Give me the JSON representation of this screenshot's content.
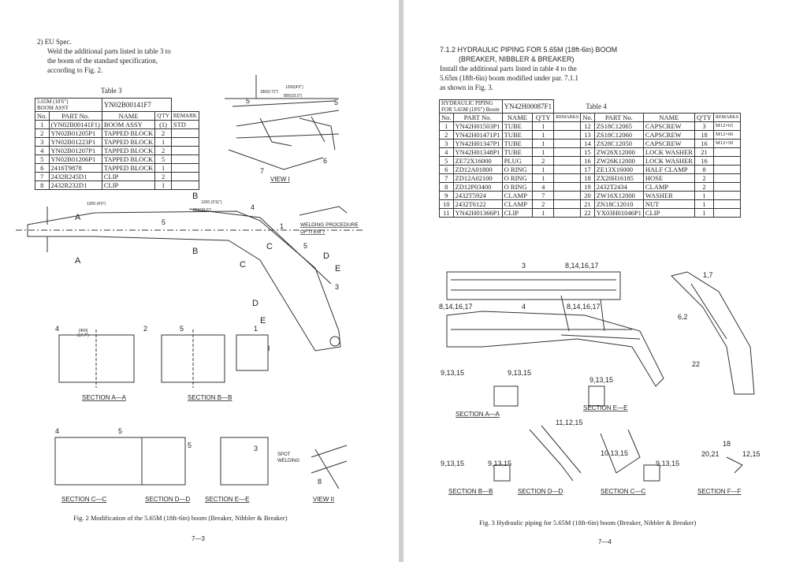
{
  "left": {
    "heading": "2)  EU Spec.",
    "intro": [
      "Weld the additional parts listed in table 3 to",
      "the  boom  of  the  standard  specification,",
      "according to Fig. 2."
    ],
    "table_title": "Table 3",
    "assy_label": [
      "5.65M (18'6\")",
      "BOOM ASSY"
    ],
    "assy_no": "YN02B00141F7",
    "headers": [
      "No.",
      "PART No.",
      "NAME",
      "Q'TY",
      "REMARK"
    ],
    "rows": [
      [
        "1",
        "(YN02B00141F1)",
        "BOOM ASSY",
        "(1)",
        "STD"
      ],
      [
        "2",
        "YN02B01205P1",
        "TAPPED BLOCK",
        "2",
        ""
      ],
      [
        "3",
        "YN02B01223P1",
        "TAPPED BLOCK",
        "1",
        ""
      ],
      [
        "4",
        "YN02B01207P1",
        "TAPPED BLOCK",
        "2",
        ""
      ],
      [
        "5",
        "YN02B01206P1",
        "TAPPED BLOCK",
        "5",
        ""
      ],
      [
        "6",
        "2416T9878",
        "TAPPED BLOCK",
        "1",
        ""
      ],
      [
        "7",
        "2432R245D1",
        "CLIP",
        "2",
        ""
      ],
      [
        "8",
        "2432R232D1",
        "CLIP",
        "1",
        ""
      ]
    ],
    "drawing_labels": {
      "view1": "VIEW   I",
      "view2": "VIEW   II",
      "welding_proc": [
        "WELDING  PROCEDURE",
        "OF  ITEM 7"
      ],
      "sec_aa": "SECTION  A—A",
      "sec_bb": "SECTION  B—B",
      "sec_cc": "SECTION  C—C",
      "sec_dd": "SECTION  D—D",
      "sec_ee": "SECTION  E—E",
      "spot": [
        "SPOT",
        "WELDING"
      ],
      "dim1": "1200 (4'0\")",
      "dim2": "1200 (3'11\")",
      "dim3": "850(33.5\")",
      "dim4": "180(0.72\")",
      "dim5": "1200(4'0\")",
      "dim6": "850(33.5\")",
      "dim7": "[450]",
      "dim8": "(17.7\")"
    },
    "caption": "Fig. 2   Modification of the 5.65M (18ft-6in) boom (Breaker, Nibbler & Breaker)",
    "page_no": "7—3"
  },
  "right": {
    "heading": "7.1.2  HYDRAULIC PIPING FOR 5.65M (18ft-6in) BOOM",
    "subheading": "(BREAKER, NIBBLER & BREAKER)",
    "intro": [
      "Install the additional parts listed in table 4 to the",
      "5.65m (18ft-6in) boom modified under par.  7.1.1",
      "as shown in Fig. 3."
    ],
    "assy_label": [
      "HYDRAULIC PIPING",
      "FOR 5.65M (18'6\") Boom"
    ],
    "assy_no": "YN42H00087F1",
    "table_title": "Table 4",
    "headers": [
      "No.",
      "PART No.",
      "NAME",
      "Q'TY",
      "REMARKS",
      "No.",
      "PART No.",
      "NAME",
      "Q'TY",
      "REMARKS"
    ],
    "rows": [
      [
        "1",
        "YN42H01503P1",
        "TUBE",
        "1",
        "",
        "12",
        "ZS18C12065",
        "CAPSCREW",
        "3",
        "M12×65"
      ],
      [
        "2",
        "YN42H01471P1",
        "TUBE",
        "1",
        "",
        "13",
        "ZS18C12060",
        "CAPSCREW",
        "18",
        "M12×60"
      ],
      [
        "3",
        "YN42H01347P1",
        "TUBE",
        "1",
        "",
        "14",
        "ZS28C12050",
        "CAPSCREW",
        "16",
        "M12×50"
      ],
      [
        "4",
        "YN42H01348P1",
        "TUBE",
        "1",
        "",
        "15",
        "ZW26X12000",
        "LOCK WASHER",
        "21",
        ""
      ],
      [
        "5",
        "ZE72X16000",
        "PLUG",
        "2",
        "",
        "16",
        "ZW26K12000",
        "LOCK WASHER",
        "16",
        ""
      ],
      [
        "6",
        "ZD12A01800",
        "O RING",
        "1",
        "",
        "17",
        "ZE13X16000",
        "HALF CLAMP",
        "8",
        ""
      ],
      [
        "7",
        "ZD12A02100",
        "O RING",
        "1",
        "",
        "18",
        "ZX20H16185",
        "HOSE",
        "2",
        ""
      ],
      [
        "8",
        "ZD12P03400",
        "O RING",
        "4",
        "",
        "19",
        "2432T2434",
        "CLAMP",
        "2",
        ""
      ],
      [
        "9",
        "2432T5924",
        "CLAMP",
        "7",
        "",
        "20",
        "ZW16X12000",
        "WASHER",
        "1",
        ""
      ],
      [
        "10",
        "2432T6122",
        "CLAMP",
        "2",
        "",
        "21",
        "ZN18C12010",
        "NUT",
        "1",
        ""
      ],
      [
        "11",
        "YN42H01366P1",
        "CLIP",
        "1",
        "",
        "22",
        "YX03H01046P1",
        "CLIP",
        "1",
        ""
      ]
    ],
    "drawing_labels": {
      "l3": "3",
      "l81416": "8,14,16,17",
      "l81416b": "8,14,16,17",
      "l4": "4",
      "l81416c": "8,14,16,17",
      "l17": "1,7",
      "l62": "6,2",
      "l22": "22",
      "l91315a": "9,13,15",
      "l91315b": "9,13,15",
      "l91315c": "9,13,15",
      "sec_aa": "SECTION  A—A",
      "sec_ee": "SECTION   E—E",
      "l111215": "11,12,15",
      "l91315d": "9,13,15",
      "l91315e": "9,13,15",
      "l101315": "10,13,15",
      "l91315f": "9,13,15",
      "l18": "18",
      "l2021": "20,21",
      "l1215": "12,15",
      "sec_bb": "SECTION  B—B",
      "sec_dd": "SECTION  D—D",
      "sec_cc": "SECTION  C—C",
      "sec_ff": "SECTION  F—F"
    },
    "caption": "Fig. 3   Hydraulic piping for 5.65M (18ft-6in) boom (Breaker, Nibbler & Breaker)",
    "page_no": "7—4"
  }
}
